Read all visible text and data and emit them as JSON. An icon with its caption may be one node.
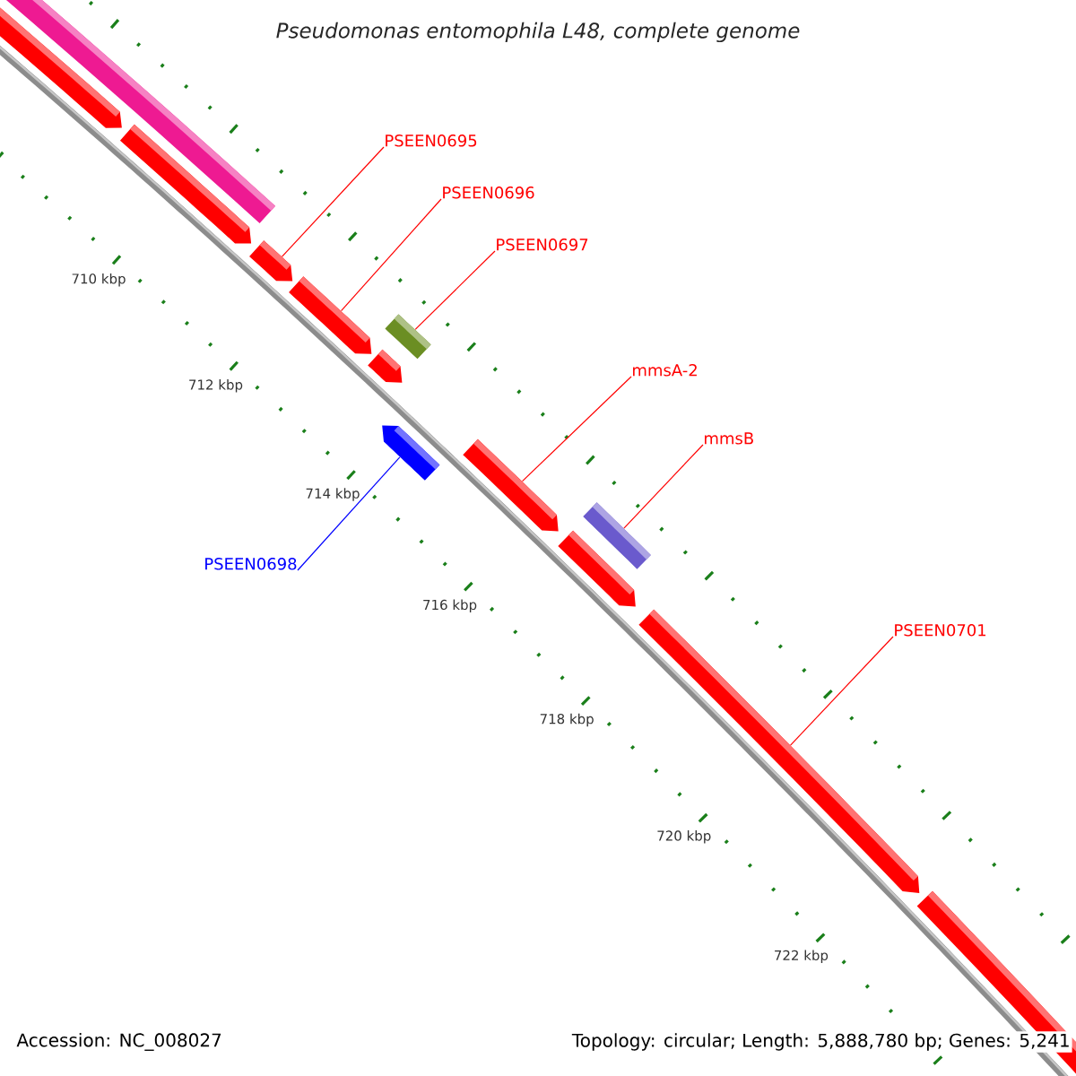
{
  "diagram": {
    "title": "Pseudomonas entomophila L48, complete genome",
    "nodes": [
      {
        "text": [],
        "shape": "box"
      },
      {
        "text": [],
        "shape": "arrow"
      },
      {
        "text": [],
        "shape": "arrow"
      },
      {
        "text": [],
        "shape": "arrow"
      },
      {
        "text": [],
        "shape": "arrow"
      },
      {
        "text": [],
        "shape": "box"
      },
      {
        "text": [],
        "shape": "arrow"
      },
      {
        "text": [],
        "shape": "arrow"
      },
      {
        "text": [],
        "shape": "arrow"
      },
      {
        "text": [],
        "shape": "box"
      },
      {
        "text": [],
        "shape": "arrow"
      },
      {
        "text": [],
        "shape": "arrow"
      },
      {
        "text": [],
        "shape": "arrow"
      },
      {
        "text": [
          "PSEEN0695"
        ]
      },
      {
        "text": [
          "PSEEN0696"
        ]
      },
      {
        "text": [
          "PSEEN0697"
        ]
      },
      {
        "text": [
          "mmsA-2"
        ]
      },
      {
        "text": [
          "mmsB"
        ]
      },
      {
        "text": [
          "PSEEN0698"
        ]
      },
      {
        "text": [
          "PSEEN0701"
        ]
      }
    ],
    "edges": [
      {
        "from": 13,
        "to": 3,
        "arrow": "none"
      },
      {
        "from": 14,
        "to": 4,
        "arrow": "none"
      },
      {
        "from": 15,
        "to": 5,
        "arrow": "none"
      },
      {
        "from": 16,
        "to": 8,
        "arrow": "none"
      },
      {
        "from": 17,
        "to": 9,
        "arrow": "none"
      },
      {
        "from": 18,
        "to": 7,
        "arrow": "none",
        "color": "#0000ff"
      },
      {
        "from": 19,
        "to": 11,
        "arrow": "none"
      }
    ],
    "labels": [
      "710 kbp",
      "712 kbp",
      "714 kbp",
      "716 kbp",
      "718 kbp",
      "720 kbp",
      "722 kbp",
      "Accession: NC_008027",
      "Topology: circular; Length: 5,888,780 bp; Genes: 5,241"
    ]
  }
}
